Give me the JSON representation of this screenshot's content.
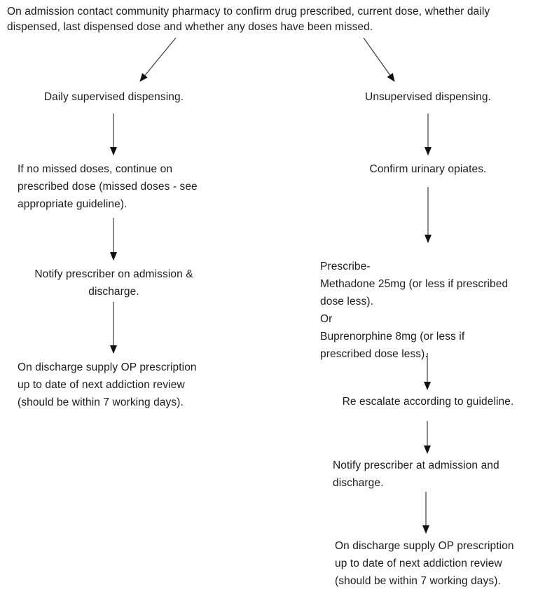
{
  "colors": {
    "background": "#ffffff",
    "text": "#1c1c1c",
    "arrow_line": "#3d3d3d",
    "arrow_head": "#111111"
  },
  "root": {
    "text": "On admission contact community pharmacy to confirm drug prescribed, current dose, whether daily\ndispensed, last dispensed dose and whether any doses have been missed."
  },
  "left_branch": {
    "steps": [
      "Daily supervised dispensing.",
      "If no missed doses, continue on\nprescribed dose (missed doses - see\nappropriate guideline).",
      "Notify prescriber on admission &\ndischarge.",
      "On discharge supply OP prescription\nup to date of next addiction review\n(should be within 7 working days)."
    ]
  },
  "right_branch": {
    "steps": [
      "Unsupervised dispensing.",
      "Confirm urinary opiates.",
      "Prescribe-\nMethadone 25mg (or less if prescribed\ndose less).\nOr\nBuprenorphine 8mg (or less if\nprescribed dose less).",
      "Re escalate according to guideline.",
      "Notify prescriber at admission and\ndischarge.",
      "On discharge supply OP prescription\nup to date of next addiction review\n(should be within 7 working days)."
    ]
  }
}
